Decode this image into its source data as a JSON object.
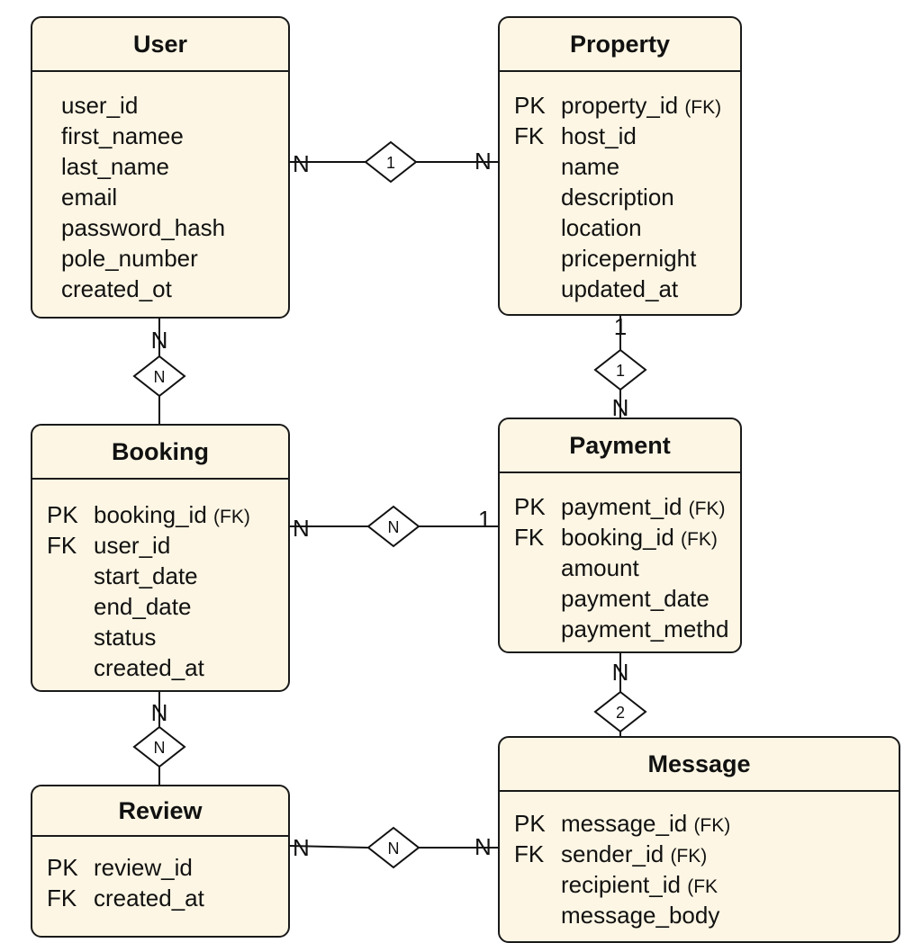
{
  "entities": {
    "user": {
      "title": "User",
      "attributes": [
        {
          "key": "",
          "name": "user_id",
          "note": ""
        },
        {
          "key": "",
          "name": "first_namee",
          "note": ""
        },
        {
          "key": "",
          "name": "last_name",
          "note": ""
        },
        {
          "key": "",
          "name": "email",
          "note": ""
        },
        {
          "key": "",
          "name": "password_hash",
          "note": ""
        },
        {
          "key": "",
          "name": "pole_number",
          "note": ""
        },
        {
          "key": "",
          "name": "created_ot",
          "note": ""
        }
      ]
    },
    "property": {
      "title": "Property",
      "attributes": [
        {
          "key": "PK",
          "name": "property_id",
          "note": "(FK)"
        },
        {
          "key": "FK",
          "name": "host_id",
          "note": ""
        },
        {
          "key": "",
          "name": "name",
          "note": ""
        },
        {
          "key": "",
          "name": "description",
          "note": ""
        },
        {
          "key": "",
          "name": "location",
          "note": ""
        },
        {
          "key": "",
          "name": "pricepernight",
          "note": ""
        },
        {
          "key": "",
          "name": "updated_at",
          "note": ""
        }
      ]
    },
    "booking": {
      "title": "Booking",
      "attributes": [
        {
          "key": "PK",
          "name": "booking_id",
          "note": "(FK)"
        },
        {
          "key": "FK",
          "name": "user_id",
          "note": ""
        },
        {
          "key": "",
          "name": "start_date",
          "note": ""
        },
        {
          "key": "",
          "name": "end_date",
          "note": ""
        },
        {
          "key": "",
          "name": "status",
          "note": ""
        },
        {
          "key": "",
          "name": "created_at",
          "note": ""
        }
      ]
    },
    "payment": {
      "title": "Payment",
      "attributes": [
        {
          "key": "PK",
          "name": "payment_id",
          "note": "(FK)"
        },
        {
          "key": "FK",
          "name": "booking_id",
          "note": "(FK)"
        },
        {
          "key": "",
          "name": "amount",
          "note": ""
        },
        {
          "key": "",
          "name": "payment_date",
          "note": ""
        },
        {
          "key": "",
          "name": "payment_methd",
          "note": ""
        }
      ]
    },
    "review": {
      "title": "Review",
      "attributes": [
        {
          "key": "PK",
          "name": "review_id",
          "note": ""
        },
        {
          "key": "FK",
          "name": "created_at",
          "note": ""
        }
      ]
    },
    "message": {
      "title": "Message",
      "attributes": [
        {
          "key": "PK",
          "name": "message_id",
          "note": "(FK)"
        },
        {
          "key": "FK",
          "name": "sender_id",
          "note": "(FK)"
        },
        {
          "key": "",
          "name": "recipient_id",
          "note": "(FK"
        },
        {
          "key": "",
          "name": "message_body",
          "note": ""
        }
      ]
    }
  },
  "relationships": {
    "user_property": {
      "label": "1",
      "card_a": "N",
      "card_b": "N"
    },
    "user_booking": {
      "label": "N",
      "card_a": "N"
    },
    "property_payment": {
      "label": "1",
      "card_a": "1",
      "card_b": "N"
    },
    "booking_payment": {
      "label": "N",
      "card_a": "N",
      "card_b": "1"
    },
    "booking_review": {
      "label": "N",
      "card_a": "N"
    },
    "payment_message": {
      "label": "2",
      "card_a": "N"
    },
    "review_message": {
      "label": "N",
      "card_a": "N",
      "card_b": "N"
    }
  }
}
